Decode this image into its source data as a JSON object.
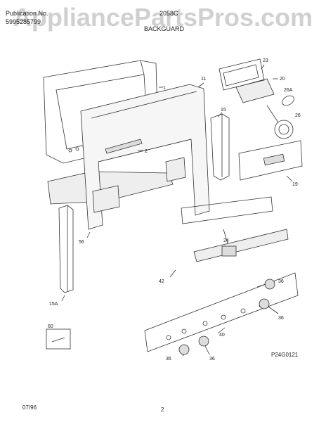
{
  "header": {
    "publication_label": "Publication No.",
    "publication_number": "5995285799",
    "model": "2058C",
    "section_title": "BACKGUARD"
  },
  "watermark": "AppliancePartsPros.com",
  "callouts": {
    "c1": "1",
    "c2": "2",
    "c11": "11",
    "c15": "15",
    "c15a": "15A",
    "c19": "19",
    "c20": "20",
    "c23": "23",
    "c24": "24",
    "c26": "26",
    "c26a": "26A",
    "c36a": "36",
    "c36b": "36",
    "c36c": "36",
    "c36d": "36",
    "c40": "40",
    "c42": "42",
    "c56": "56",
    "c60": "60"
  },
  "figure_code": "P24G0121",
  "footer": {
    "date": "07/96",
    "page": "2"
  }
}
